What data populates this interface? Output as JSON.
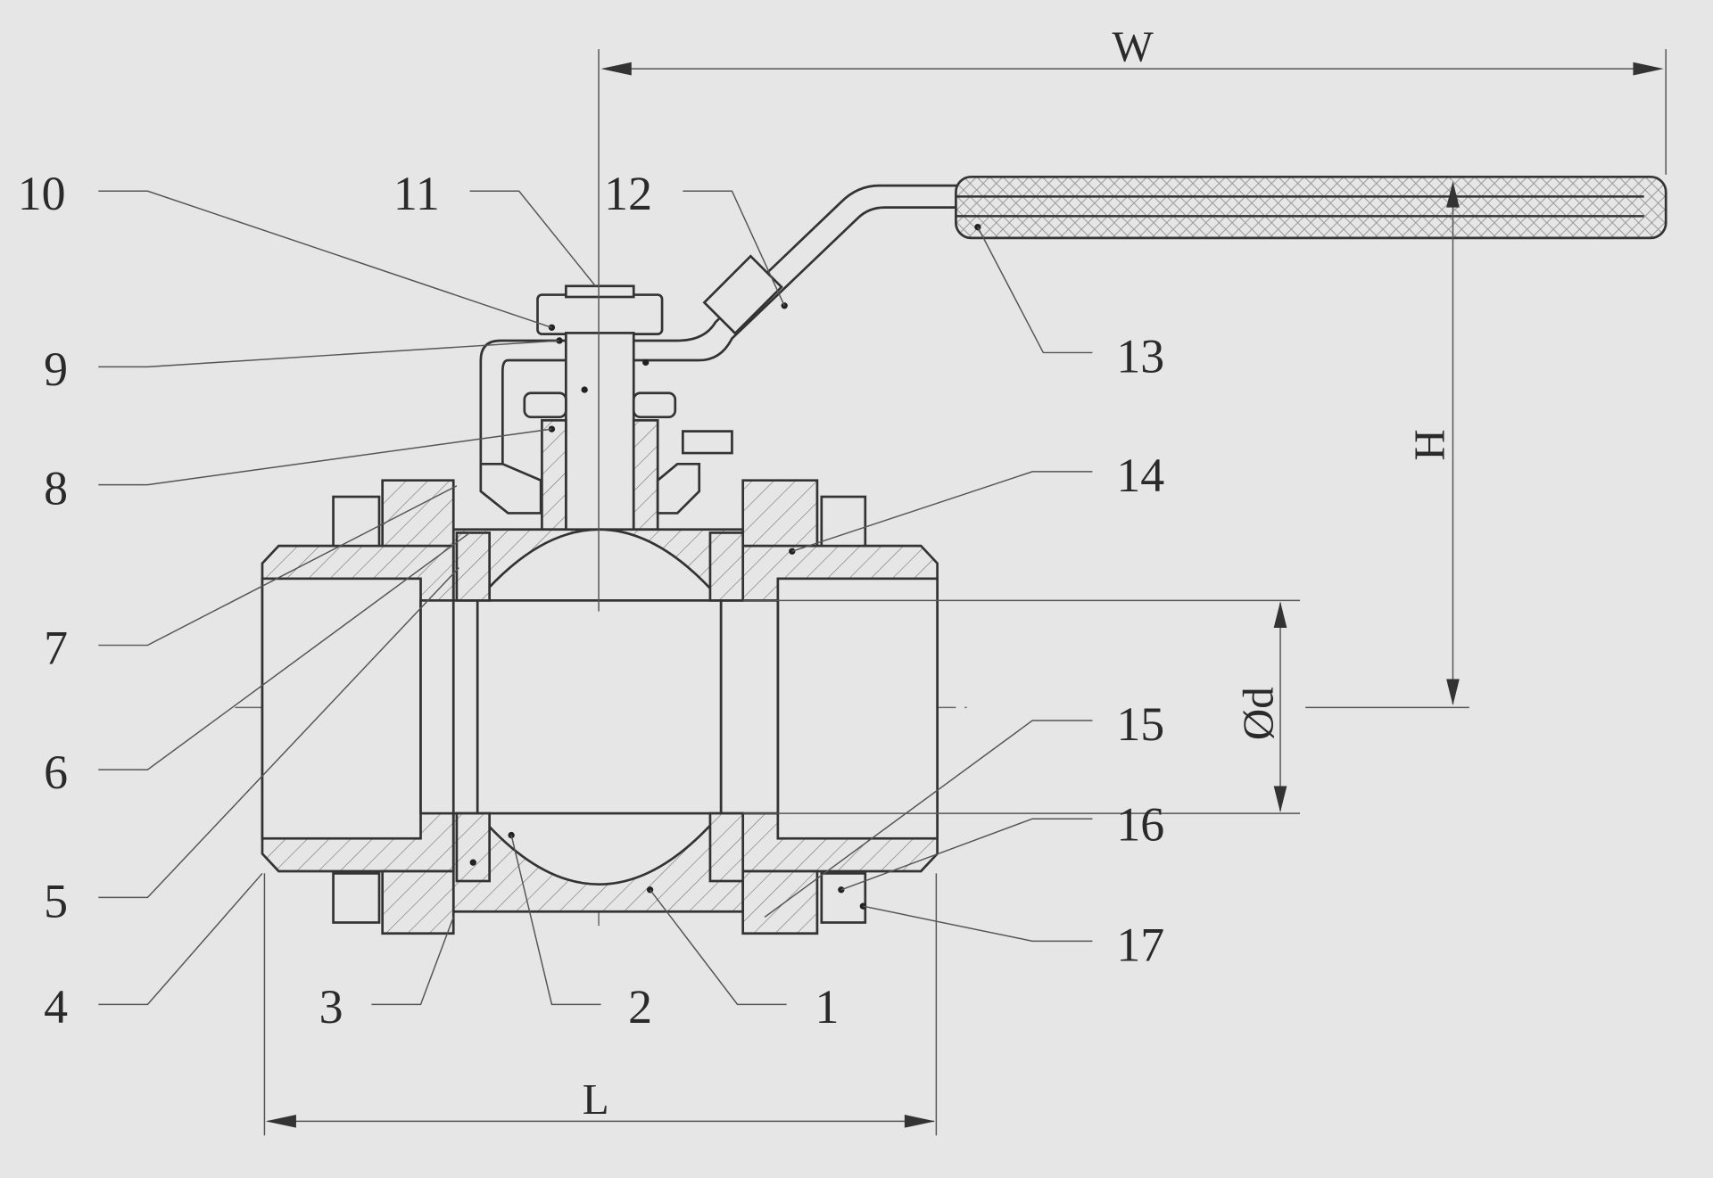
{
  "diagram": {
    "type": "ball valve sectional drawing",
    "part_labels": [
      "1",
      "2",
      "3",
      "4",
      "5",
      "6",
      "7",
      "8",
      "9",
      "10",
      "11",
      "12",
      "13",
      "14",
      "15",
      "16",
      "17"
    ],
    "dimensions": {
      "width": "W",
      "length": "L",
      "height": "H",
      "bore": "Ød"
    },
    "colors": {
      "background": "#e6e6e6",
      "line": "#333333"
    }
  }
}
